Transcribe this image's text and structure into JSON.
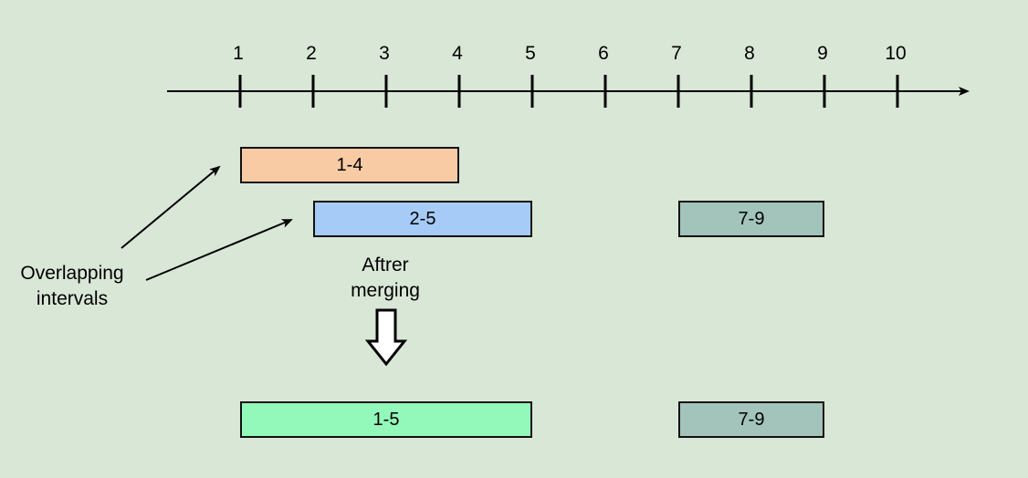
{
  "timeline": {
    "ticks": [
      "1",
      "2",
      "3",
      "4",
      "5",
      "6",
      "7",
      "8",
      "9",
      "10"
    ]
  },
  "intervals": {
    "before": [
      {
        "label": "1-4",
        "start": 1,
        "end": 4,
        "color": "#f8cba5"
      },
      {
        "label": "2-5",
        "start": 2,
        "end": 5,
        "color": "#a6cbf6"
      },
      {
        "label": "7-9",
        "start": 7,
        "end": 9,
        "color": "#a2c4bb"
      }
    ],
    "after": [
      {
        "label": "1-5",
        "start": 1,
        "end": 5,
        "color": "#93f9bb"
      },
      {
        "label": "7-9",
        "start": 7,
        "end": 9,
        "color": "#a2c4bb"
      }
    ]
  },
  "annotations": {
    "overlap_line1": "Overlapping",
    "overlap_line2": "intervals",
    "merge_line1": "Aftrer",
    "merge_line2": "merging"
  }
}
